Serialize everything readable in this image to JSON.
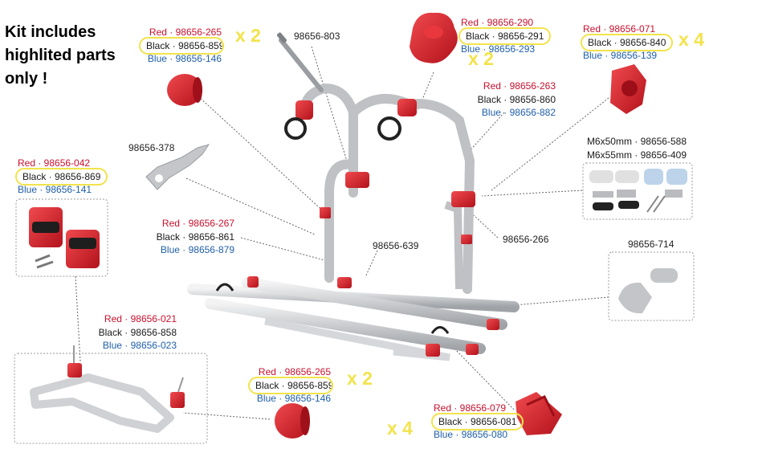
{
  "note": "Kit includes\nhighlited parts\nonly !",
  "colors": {
    "red": "#c8102e",
    "black": "#1a1a1a",
    "blue": "#1f5fa8",
    "highlight": "#f2e34c",
    "part_red": "#d0202a",
    "rail": "#d9dadd"
  },
  "variants": {
    "v1": {
      "red": "Red · 98656-265",
      "black": "Black · 98656-859",
      "blue": "Blue · 98656-146",
      "qty": "x 2"
    },
    "v2": {
      "red": "Red · 98656-290",
      "black": "Black · 98656-291",
      "blue": "Blue · 98656-293",
      "qty": "x 2"
    },
    "v3": {
      "red": "Red · 98656-071",
      "black": "Black · 98656-840",
      "blue": "Blue · 98656-139",
      "qty": "x 4"
    },
    "v4": {
      "red": "Red · 98656-042",
      "black": "Black · 98656-869",
      "blue": "Blue · 98656-141"
    },
    "v5": {
      "red": "Red · 98656-263",
      "black": "Black · 98656-860",
      "blue": "Blue · 98656-882"
    },
    "v6": {
      "red": "Red · 98656-267",
      "black": "Black · 98656-861",
      "blue": "Blue · 98656-879"
    },
    "v7": {
      "red": "Red · 98656-021",
      "black": "Black · 98656-858",
      "blue": "Blue · 98656-023"
    },
    "v8": {
      "red": "Red · 98656-265",
      "black": "Black · 98656-859",
      "blue": "Blue · 98656-146",
      "qty": "x 2"
    },
    "v9": {
      "red": "Red · 98656-079",
      "black": "Black · 98656-081",
      "blue": "Blue · 98656-080",
      "qty": "x 4"
    }
  },
  "parts": {
    "p803": "98656-803",
    "p378": "98656-378",
    "p639": "98656-639",
    "p266": "98656-266",
    "p714": "98656-714",
    "m50": "M6x50mm · 98656-588",
    "m55": "M6x55mm · 98656-409"
  }
}
